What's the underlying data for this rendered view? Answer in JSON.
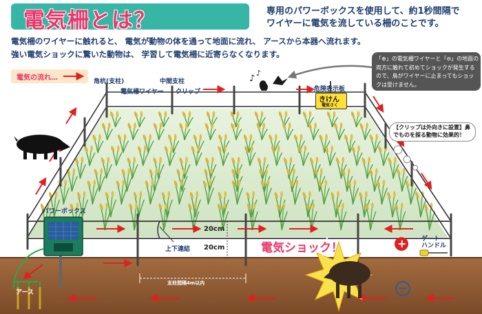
{
  "header": {
    "title": "電気柵とは？",
    "lead_line1": "専用のパワーボックスを使用して、約1秒間隔で",
    "lead_line2": "ワイヤーに電気を流している柵のことです。"
  },
  "explanation": {
    "line1": "電気柵のワイヤーに触れると、 電気が動物の体を通って地面に流れ、 アースから本器へ流れます。",
    "line2": "強い電気ショックに驚いた動物は、 学習して電気柵に近寄らなくなります。"
  },
  "legend": {
    "label": "電気の流れ…"
  },
  "labels": {
    "corner_post": "角杭(支柱)",
    "middle_post": "中間支柱",
    "fence_wire": "電気柵ワイヤー",
    "clip": "クリップ",
    "danger_sign": "危険表示板",
    "power_box": "パワーボックス",
    "up_down_link": "上下連結",
    "earth": "アース",
    "gate_handle": "ゲート\nハンドル",
    "post_spacing": "支柱間隔4m以内",
    "height_upper": "20cm",
    "height_lower": "20cm"
  },
  "sign": {
    "main": "きけん",
    "sub": "電気さく"
  },
  "bird_thought": "「⊕」の電気柵ワイヤーと「⊖」の地面の両方に触れて初めてショックが発生するので、鳥がワイヤーに止まってもショックは受けません。",
  "clip_note": "【クリップは外向きに設置】鼻でものを探る動物に効果的！",
  "shock_label": "電気ショック！",
  "symbols": {
    "plus": "+",
    "minus": "−"
  },
  "colors": {
    "title_bg": "#37b5a5",
    "accent": "#e8376a",
    "navy": "#1f3e6e",
    "arrow": "#e02020",
    "soil": "#8b5a36"
  }
}
